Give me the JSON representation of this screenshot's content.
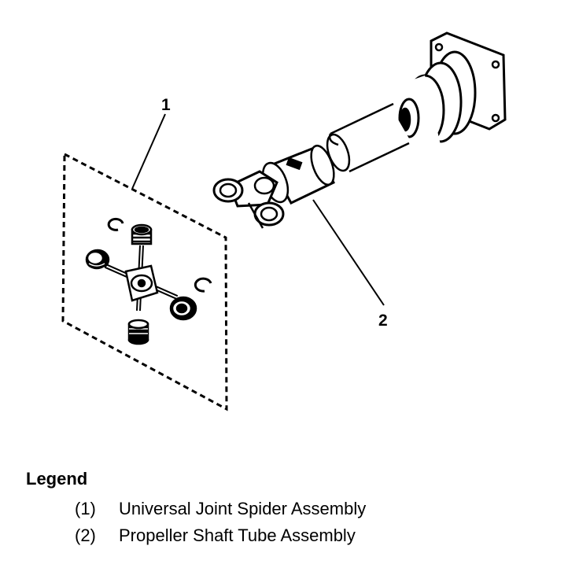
{
  "callouts": {
    "c1": "1",
    "c2": "2"
  },
  "legend": {
    "title": "Legend",
    "items": [
      {
        "num": "(1)",
        "label": "Universal Joint Spider Assembly"
      },
      {
        "num": "(2)",
        "label": "Propeller Shaft Tube Assembly"
      }
    ]
  }
}
